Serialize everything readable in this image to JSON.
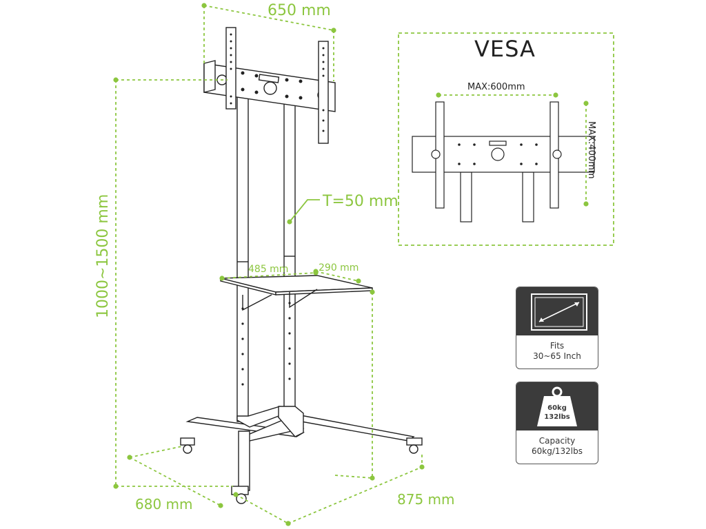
{
  "dimensions": {
    "top_width": "650 mm",
    "height_range": "1000~1500 mm",
    "tube": "T=50 mm",
    "shelf_width": "485 mm",
    "shelf_depth": "290 mm",
    "base_depth": "680 mm",
    "base_width": "875 mm"
  },
  "vesa": {
    "title": "VESA",
    "max_width": "MAX:600mm",
    "max_height": "MAX:400mm"
  },
  "fits_card": {
    "line1": "Fits",
    "line2": "30~65 Inch"
  },
  "capacity_card": {
    "badge_line1": "60kg",
    "badge_line2": "132lbs",
    "line1": "Capacity",
    "line2": "60kg/132lbs"
  },
  "colors": {
    "dimension": "#8cc63f",
    "card_top": "#3b3b3b",
    "line": "#222222"
  },
  "icons": [
    "tv-diagonal-icon",
    "weight-icon",
    "caster-wheel-icon"
  ]
}
